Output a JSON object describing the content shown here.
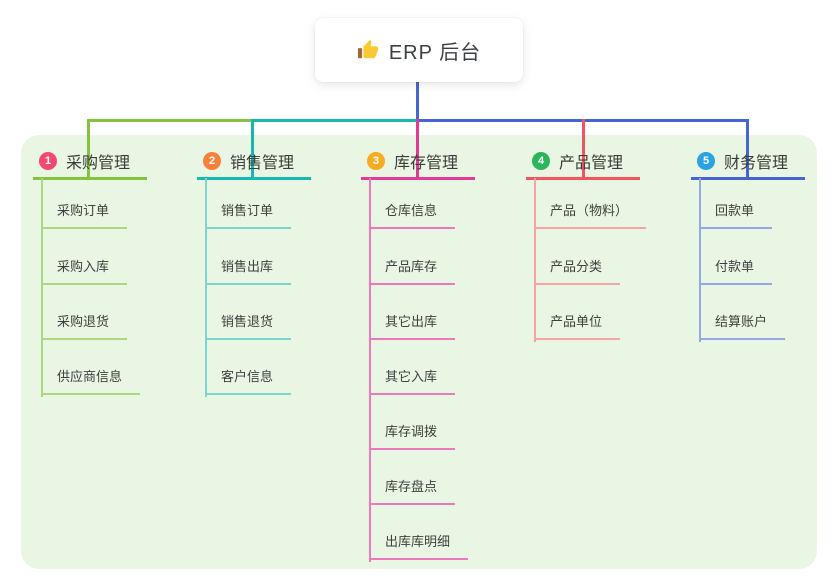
{
  "root": {
    "label": "ERP 后台",
    "icon": "thumbs-up-icon",
    "card_background": "#ffffff",
    "stem_color": "#4566d2"
  },
  "canvas": {
    "background": "#ffffff",
    "panel_background": "#e9f6e3"
  },
  "branches": [
    {
      "number": "1",
      "label": "采购管理",
      "badge_color": "#f3486f",
      "line_color": "#82c43c",
      "light_line_color": "#abd77e",
      "children": [
        "采购订单",
        "采购入库",
        "采购退货",
        "供应商信息"
      ]
    },
    {
      "number": "2",
      "label": "销售管理",
      "badge_color": "#f5813b",
      "line_color": "#17b8b0",
      "light_line_color": "#7cd6d0",
      "children": [
        "销售订单",
        "销售出库",
        "销售退货",
        "客户信息"
      ]
    },
    {
      "number": "3",
      "label": "库存管理",
      "badge_color": "#f7ab21",
      "line_color": "#e23a97",
      "light_line_color": "#ef77bb",
      "children": [
        "仓库信息",
        "产品库存",
        "其它出库",
        "其它入库",
        "库存调拨",
        "库存盘点",
        "出库库明细"
      ]
    },
    {
      "number": "4",
      "label": "产品管理",
      "badge_color": "#2db55b",
      "line_color": "#f2555d",
      "light_line_color": "#f8a3a7",
      "children": [
        "产品（物料）",
        "产品分类",
        "产品单位"
      ]
    },
    {
      "number": "5",
      "label": "财务管理",
      "badge_color": "#2aa3e3",
      "line_color": "#4566d2",
      "light_line_color": "#93a8e4",
      "children": [
        "回款单",
        "付款单",
        "结算账户"
      ]
    }
  ]
}
